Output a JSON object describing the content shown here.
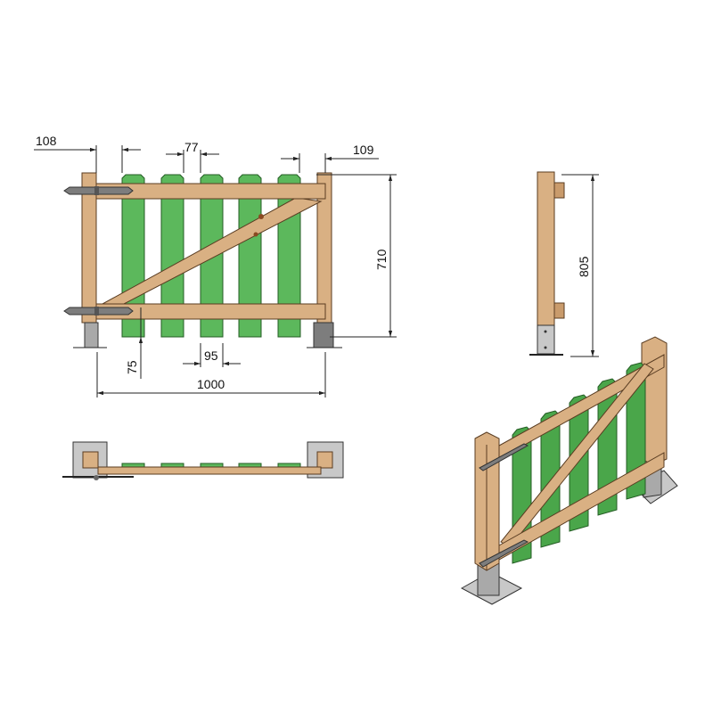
{
  "colors": {
    "wood": "#d9b083",
    "pickets": "#5cb85c",
    "metal": "#a9a9a9"
  },
  "front_view": {
    "dims": {
      "post_gap_left": "108",
      "picket_gap": "77",
      "post_gap_right": "109",
      "height": "710",
      "ground_clearance": "75",
      "picket_width": "95",
      "width": "1000"
    }
  },
  "side_view": {
    "dims": {
      "total_height": "805"
    }
  },
  "top_view": {},
  "iso_view": {}
}
